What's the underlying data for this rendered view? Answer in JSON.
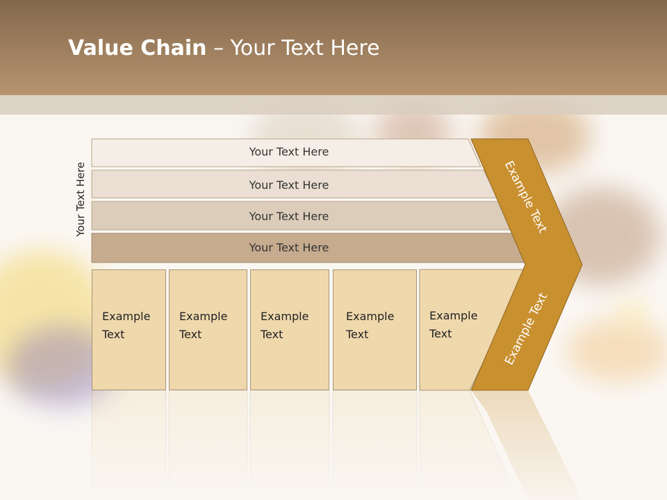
{
  "slide": {
    "title_bold": "Value Chain",
    "title_rest": " – Your Text Here",
    "side_label": "Your Text Here",
    "rows": [
      {
        "label": "Your Text Here"
      },
      {
        "label": "Your Text Here"
      },
      {
        "label": "Your Text Here"
      },
      {
        "label": "Your Text Here"
      }
    ],
    "boxes": [
      {
        "line1": "Example",
        "line2": "Text"
      },
      {
        "line1": "Example",
        "line2": "Text"
      },
      {
        "line1": "Example",
        "line2": "Text"
      },
      {
        "line1": "Example",
        "line2": "Text"
      },
      {
        "line1": "Example",
        "line2": "Text"
      }
    ],
    "chevron_top": "Example Text",
    "chevron_bottom": "Example Text"
  },
  "colors": {
    "header": "#a88763",
    "chevron": "#c99030",
    "box_fill": "#efd8ac",
    "row_1": "#f5eee6",
    "row_2": "#eadfd2",
    "row_3": "#dccdbb",
    "row_4": "#c6ab8e"
  }
}
